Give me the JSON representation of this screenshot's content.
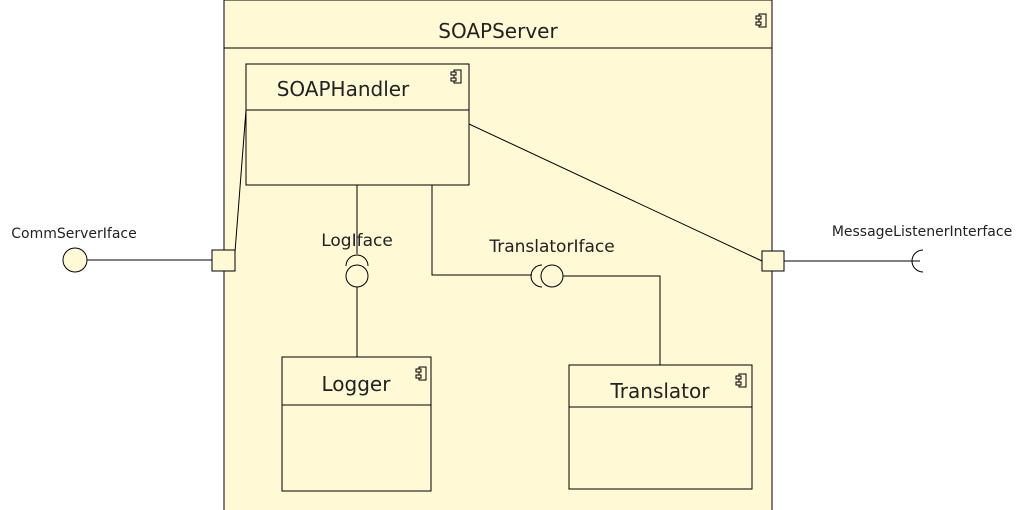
{
  "diagram": {
    "container": {
      "name": "SOAPServer"
    },
    "components": {
      "handler": {
        "name": "SOAPHandler"
      },
      "logger": {
        "name": "Logger"
      },
      "translator": {
        "name": "Translator"
      }
    },
    "interfaces": {
      "log": {
        "name": "LogIface"
      },
      "translator": {
        "name": "TranslatorIface"
      },
      "comm_server": {
        "name": "CommServerIface"
      },
      "message_listener": {
        "name": "MessageListenerInterface"
      }
    },
    "colors": {
      "component_fill": "#fff9d6",
      "stroke": "#000000"
    }
  }
}
